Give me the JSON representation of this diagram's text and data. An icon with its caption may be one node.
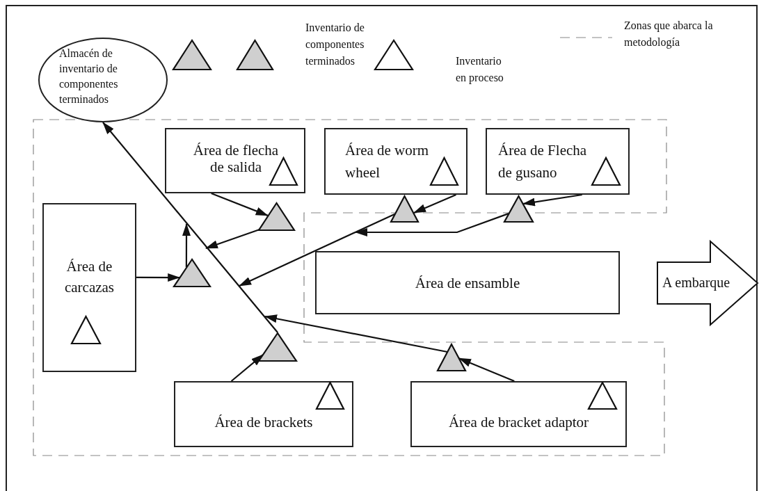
{
  "diagram": {
    "nodes": [
      {
        "text": [
          "Almacén de inventario de componentes terminados"
        ]
      },
      {
        "text": [
          "Área de flecha de salida"
        ]
      },
      {
        "text": [
          "Área de worm wheel"
        ]
      },
      {
        "text": [
          "Área de Flecha de gusano"
        ]
      },
      {
        "text": [
          "Área de carcazas"
        ]
      },
      {
        "text": [
          "Área de ensamble"
        ]
      },
      {
        "text": [
          "A embarque"
        ]
      },
      {
        "text": [
          "Área de brackets"
        ]
      },
      {
        "text": [
          "Área de bracket adaptor"
        ]
      },
      {
        "text": [],
        "shape": "triangle"
      },
      {
        "text": [],
        "shape": "triangle"
      },
      {
        "text": [],
        "shape": "triangle"
      },
      {
        "text": [],
        "shape": "triangle"
      },
      {
        "text": [],
        "shape": "triangle"
      },
      {
        "text": [],
        "shape": "triangle"
      }
    ],
    "edges": [
      {
        "from": 1,
        "to": 11,
        "arrow": "to"
      },
      {
        "from": 2,
        "to": 9,
        "arrow": "to"
      },
      {
        "from": 3,
        "to": 10,
        "arrow": "to"
      },
      {
        "from": 4,
        "to": 12,
        "arrow": "to"
      },
      {
        "from": 7,
        "to": 14,
        "arrow": "to"
      },
      {
        "from": 8,
        "to": 13,
        "arrow": "to"
      },
      {
        "from": 11,
        "to": 0,
        "arrow": "to"
      },
      {
        "from": 9,
        "to": 0,
        "arrow": "to"
      },
      {
        "from": 10,
        "to": 0,
        "arrow": "to"
      },
      {
        "from": 12,
        "to": 0,
        "arrow": "to"
      },
      {
        "from": 13,
        "to": 0,
        "arrow": "to"
      },
      {
        "from": 14,
        "to": 0,
        "arrow": "to"
      }
    ],
    "legend": [
      {
        "text": "Inventario de componentes terminados"
      },
      {
        "text": "Inventario en proceso"
      },
      {
        "text": "Zonas que abarca la metodología"
      }
    ]
  }
}
